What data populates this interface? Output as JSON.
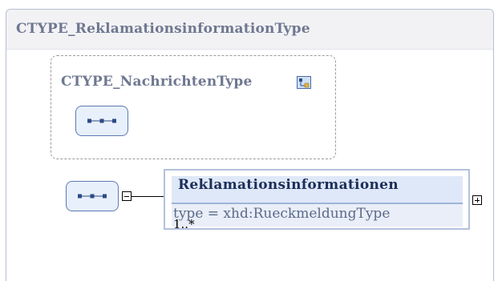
{
  "outer_type": {
    "title": "CTYPE_ReklamationsinformationType"
  },
  "base_type": {
    "title": "CTYPE_NachrichtenType",
    "icon": "complex-type-icon"
  },
  "sequence_icon": "sequence-icon",
  "element": {
    "name": "Reklamationsinformationen",
    "type_line": "type = xhd:RueckmeldungType",
    "occurrence": "1..*",
    "expand_icon": "plus-expand-icon"
  },
  "colors": {
    "border": "#b6bfcf",
    "element_border": "#b3c1dc",
    "element_name_bg": "#dfe8f8",
    "sequence_fill": "#e8f0fb",
    "sequence_border": "#5d79b4",
    "title_text": "#6f7890"
  }
}
